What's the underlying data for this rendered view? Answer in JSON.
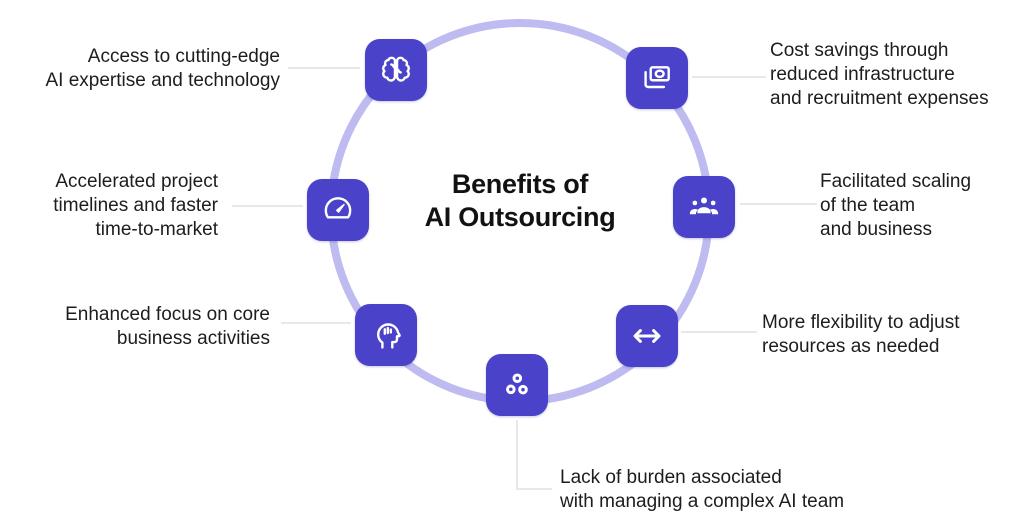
{
  "title": {
    "lines": [
      "Benefits of",
      "AI Outsourcing"
    ]
  },
  "benefits": [
    {
      "name": "ai-expertise",
      "icon": "brain-icon",
      "lines": [
        "Access to cutting-edge",
        "AI expertise and technology"
      ]
    },
    {
      "name": "cost-savings",
      "icon": "banknotes-icon",
      "lines": [
        "Cost savings through",
        "reduced infrastructure",
        "and recruitment expenses"
      ]
    },
    {
      "name": "accelerated-timelines",
      "icon": "speedometer-icon",
      "lines": [
        "Accelerated project",
        "timelines and faster",
        "time-to-market"
      ]
    },
    {
      "name": "team-scaling",
      "icon": "team-icon",
      "lines": [
        "Facilitated scaling",
        "of the team",
        "and business"
      ]
    },
    {
      "name": "core-business-focus",
      "icon": "head-ai-icon",
      "lines": [
        "Enhanced focus on core",
        "business activities"
      ]
    },
    {
      "name": "resource-flexibility",
      "icon": "resize-arrows-icon",
      "lines": [
        "More flexibility to adjust",
        "resources as needed"
      ]
    },
    {
      "name": "no-management-burden",
      "icon": "cluster-icon",
      "lines": [
        "Lack of burden associated",
        "with managing a complex AI team"
      ]
    }
  ],
  "colors": {
    "accent": "#4a43c9",
    "ring": "#bdbbef",
    "connector": "#e8e8e8",
    "text": "#1d1d1d",
    "background": "#ffffff",
    "icon_glyph": "#ffffff"
  }
}
